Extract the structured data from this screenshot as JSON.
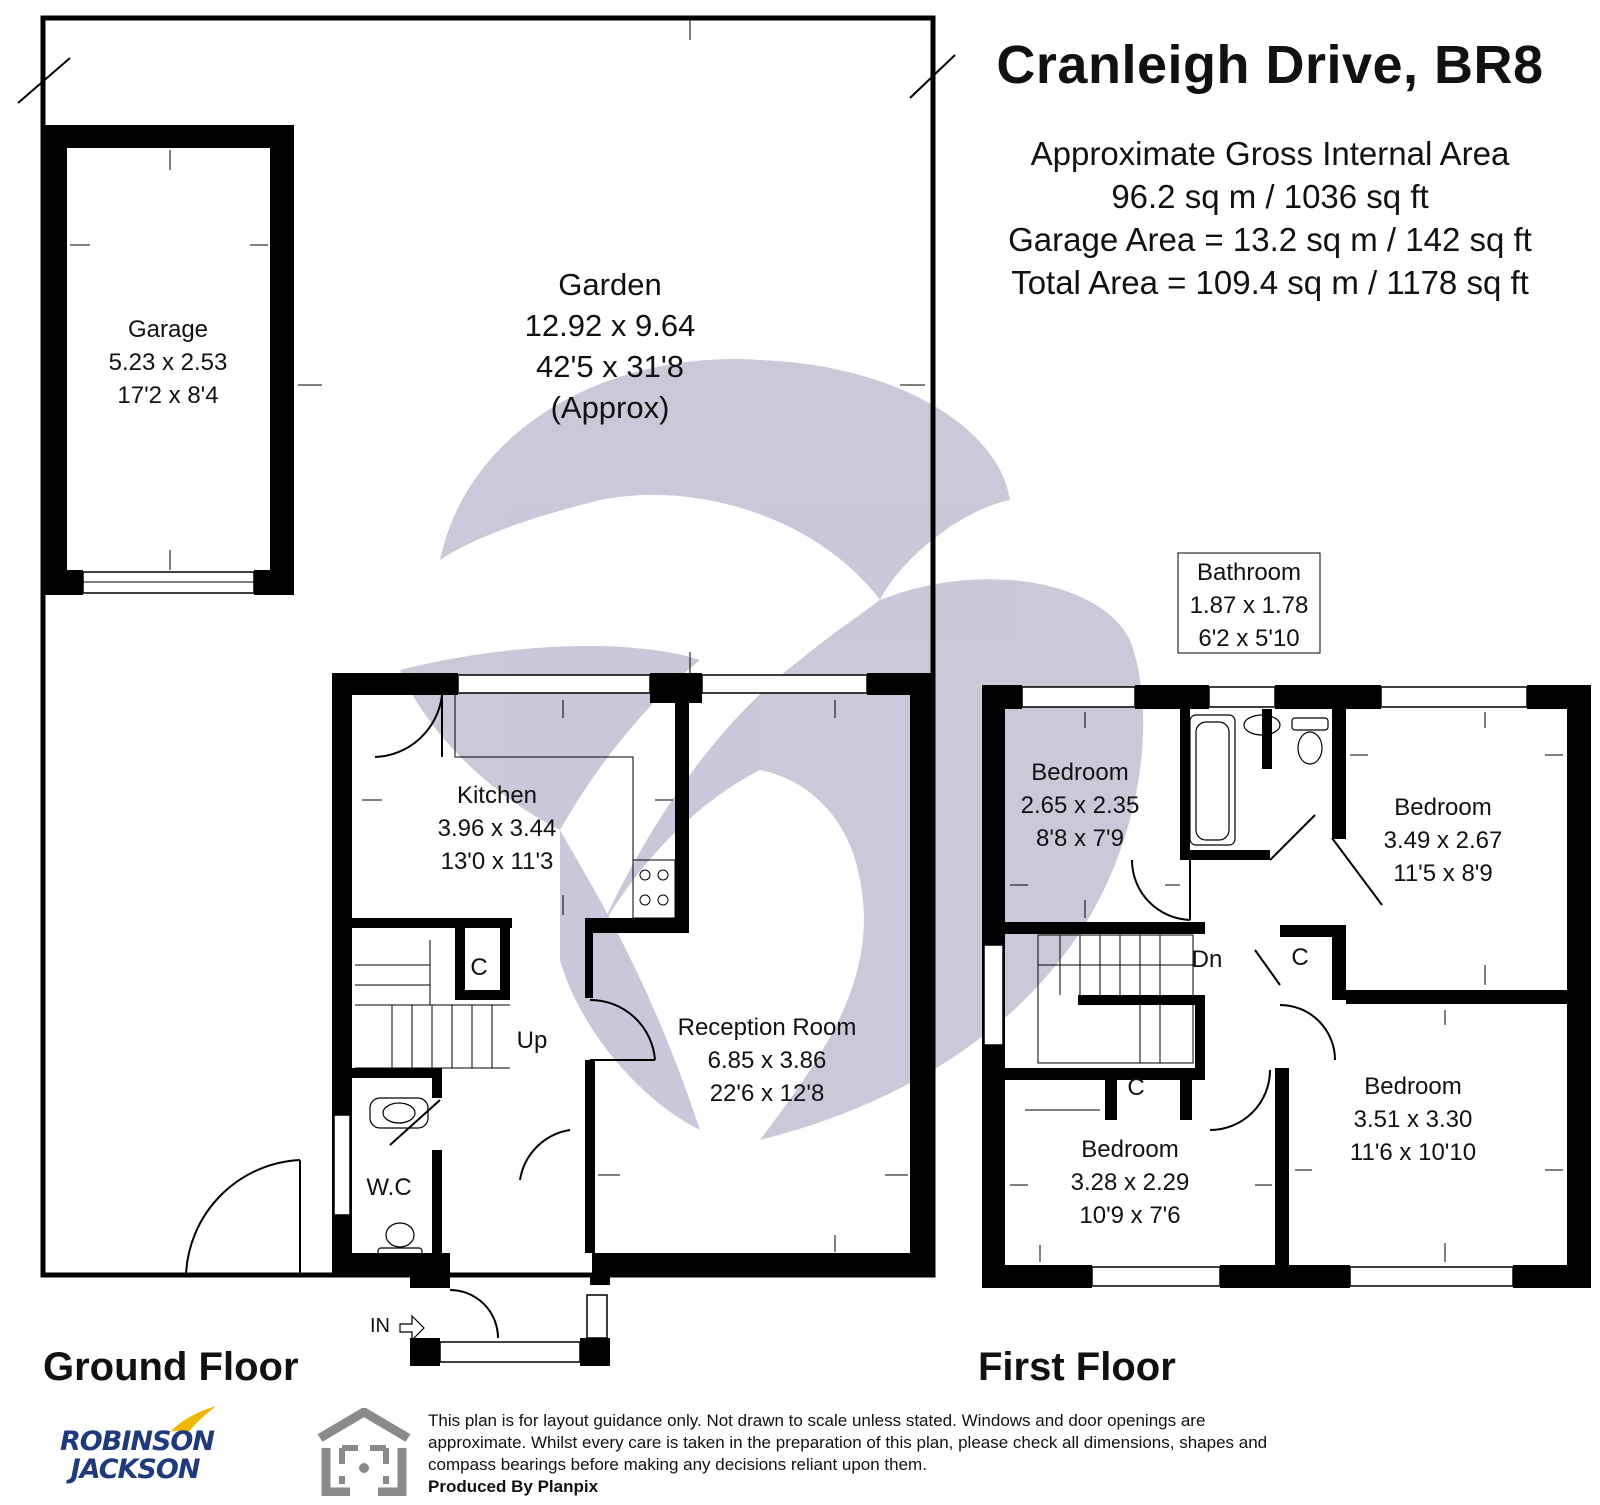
{
  "header": {
    "title": "Cranleigh Drive, BR8",
    "area_lines": [
      "Approximate Gross Internal Area",
      "96.2 sq m / 1036 sq ft",
      "Garage Area = 13.2 sq m / 142 sq ft",
      "Total Area = 109.4 sq m / 1178 sq ft"
    ]
  },
  "ground_floor": {
    "label": "Ground Floor",
    "rooms": {
      "garden": {
        "name": "Garden",
        "metric": "12.92 x 9.64",
        "imperial": "42'5 x 31'8",
        "note": "(Approx)"
      },
      "garage": {
        "name": "Garage",
        "metric": "5.23 x 2.53",
        "imperial": "17'2 x 8'4"
      },
      "kitchen": {
        "name": "Kitchen",
        "metric": "3.96 x 3.44",
        "imperial": "13'0 x 11'3"
      },
      "reception": {
        "name": "Reception Room",
        "metric": "6.85 x 3.86",
        "imperial": "22'6 x 12'8"
      },
      "wc": {
        "name": "W.C"
      },
      "cupboard": {
        "name": "C"
      }
    },
    "stairs_label": "Up",
    "entrance_label": "IN"
  },
  "first_floor": {
    "label": "First Floor",
    "rooms": {
      "bathroom": {
        "name": "Bathroom",
        "metric": "1.87 x 1.78",
        "imperial": "6'2 x 5'10"
      },
      "bedroom_a": {
        "name": "Bedroom",
        "metric": "2.65 x 2.35",
        "imperial": "8'8 x 7'9"
      },
      "bedroom_b": {
        "name": "Bedroom",
        "metric": "3.49 x 2.67",
        "imperial": "11'5 x 8'9"
      },
      "bedroom_c": {
        "name": "Bedroom",
        "metric": "3.28 x 2.29",
        "imperial": "10'9 x 7'6"
      },
      "bedroom_d": {
        "name": "Bedroom",
        "metric": "3.51 x 3.30",
        "imperial": "11'6 x 10'10"
      },
      "cupboard_1": {
        "name": "C"
      },
      "cupboard_2": {
        "name": "C"
      }
    },
    "stairs_label": "Dn"
  },
  "footer": {
    "disclaimer": "This plan is for layout guidance only. Not drawn to scale unless stated. Windows and door openings are approximate. Whilst every care is taken in the preparation of this plan, please check all dimensions, shapes and compass bearings before making any decisions reliant upon them.",
    "producer": "Produced By Planpix",
    "brand_line1": "ROBINSON",
    "brand_line2": "JACKSON"
  },
  "colors": {
    "wall": "#000000",
    "watermark": "#c4c3d6",
    "brand_blue": "#1e3a7a",
    "brand_yellow": "#f2b705",
    "planpix_grey": "#8a8a8a"
  }
}
